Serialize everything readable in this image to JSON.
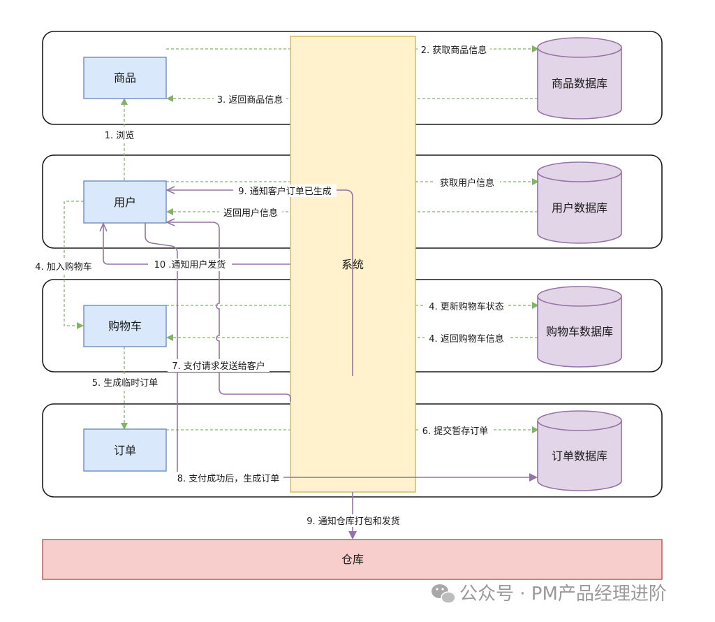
{
  "nodes": {
    "product": "商品",
    "user": "用户",
    "cart": "购物车",
    "order": "订单",
    "system": "系统",
    "warehouse": "仓库"
  },
  "databases": {
    "product": "商品数据库",
    "user": "用户数据库",
    "cart": "购物车数据库",
    "order": "订单数据库"
  },
  "edges": {
    "browse": "1. 浏览",
    "get_product": "2. 获取商品信息",
    "return_product": "3. 返回商品信息",
    "get_user": "获取用户信息",
    "return_user": "返回用户信息",
    "notify_created": "9. 通知客户订单已生成",
    "notify_shipped": "10 .通知用户发货",
    "add_to_cart": "4. 加入购物车",
    "update_cart": "4. 更新购物车状态",
    "return_cart": "4. 返回购物车信息",
    "payment_request": "7. 支付请求发送给客户",
    "temp_order": "5. 生成临时订单",
    "submit_order": "6. 提交暂存订单",
    "pay_success": "8. 支付成功后，生成订单",
    "notify_warehouse": "9. 通知仓库打包和发货"
  },
  "watermark": "公众号 · PM产品经理进阶",
  "colors": {
    "entity_fill": "#dae8fc",
    "system_fill": "#fff2cc",
    "database_fill": "#e1d5e7",
    "warehouse_fill": "#f8cecc",
    "green_arrow": "#82b366",
    "purple_arrow": "#9673a6"
  }
}
